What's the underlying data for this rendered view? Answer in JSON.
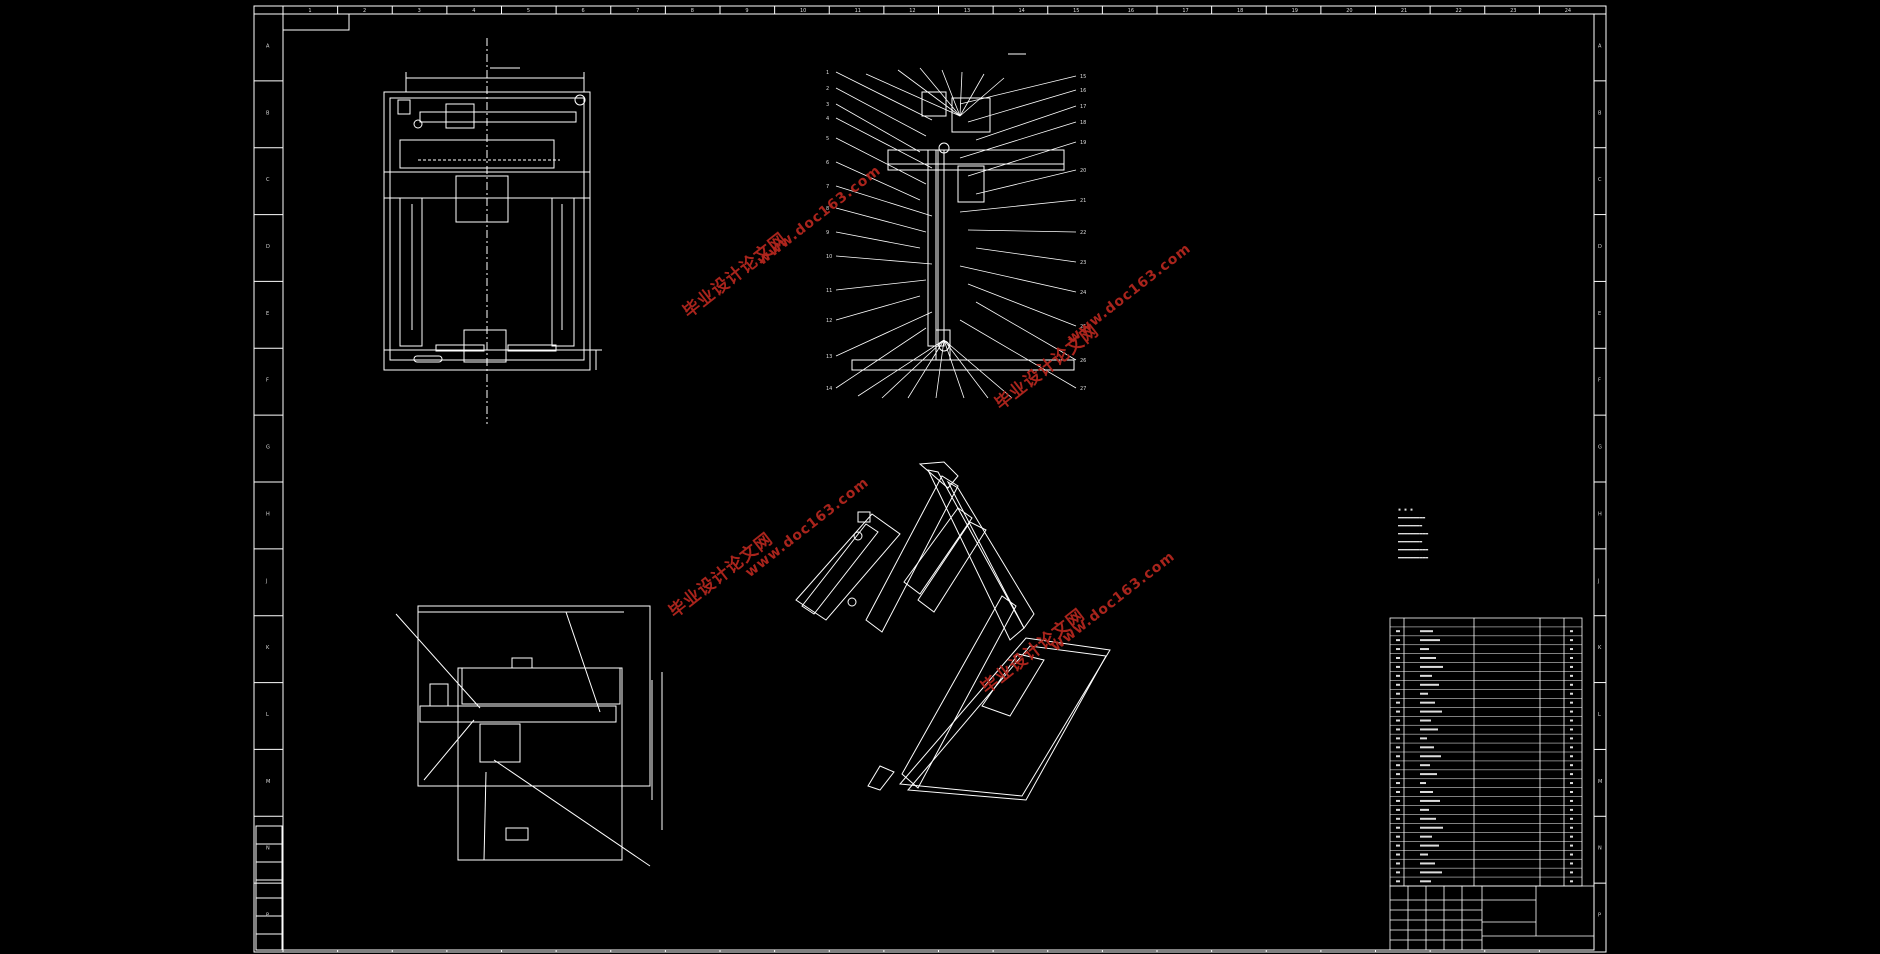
{
  "watermark": {
    "line1": "毕业设计论文网",
    "line2": "www.doc163.com"
  },
  "colors": {
    "background": "#000000",
    "lines": "#ffffff",
    "watermark": "#b3261e"
  },
  "border": {
    "top_columns": [
      "1",
      "2",
      "3",
      "4",
      "5",
      "6",
      "7",
      "8",
      "9",
      "10",
      "11",
      "12",
      "13",
      "14",
      "15",
      "16",
      "17",
      "18",
      "19",
      "20",
      "21",
      "22",
      "23",
      "24"
    ],
    "side_rows": [
      "A",
      "B",
      "C",
      "D",
      "E",
      "F",
      "G",
      "H",
      "J",
      "K",
      "L",
      "M",
      "N",
      "P"
    ]
  }
}
